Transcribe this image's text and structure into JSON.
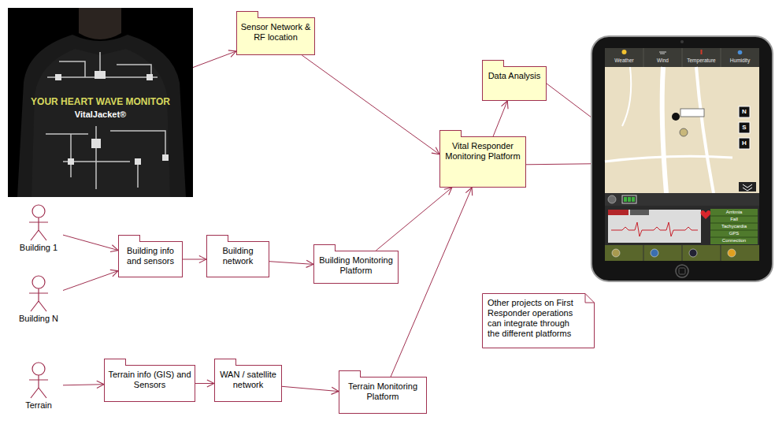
{
  "diagram": {
    "nodes": [
      {
        "text": [
          "YOUR HEART WAVE MONITOR",
          "VitalJacket®"
        ]
      },
      {
        "text": [
          "Sensor Network & RF location"
        ]
      },
      {
        "text": [
          "Data Analysis"
        ]
      },
      {
        "text": [
          "Weather",
          "Wind",
          "Temperature",
          "Humidity",
          "N",
          "S",
          "H",
          "Arritmia",
          "Fall",
          "Tachycardia",
          "GPS",
          "Connection"
        ]
      },
      {
        "text": [
          "Vital Responder Monitoring Platform"
        ]
      },
      {
        "text": [
          "Building 1"
        ]
      },
      {
        "text": [
          "Building info and sensors"
        ]
      },
      {
        "text": [
          "Building network"
        ]
      },
      {
        "text": [
          "Building Monitoring Platform"
        ]
      },
      {
        "text": [
          "Other projects on First Responder operations can integrate through the different platforms"
        ]
      },
      {
        "text": [
          "Building N"
        ]
      },
      {
        "text": [
          "Terrain"
        ]
      },
      {
        "text": [
          "Terrain info (GIS) and Sensors"
        ]
      },
      {
        "text": [
          "WAN / satellite network"
        ]
      },
      {
        "text": [
          "Terrain Monitoring Platform"
        ]
      }
    ],
    "edges": [
      {
        "from": 0,
        "to": 1,
        "arrow": "to"
      },
      {
        "from": 1,
        "to": 4,
        "arrow": "to"
      },
      {
        "from": 4,
        "to": 2,
        "arrow": "to"
      },
      {
        "from": 2,
        "to": 3,
        "arrow": "none"
      },
      {
        "from": 4,
        "to": 3,
        "arrow": "none"
      },
      {
        "from": 5,
        "to": 6,
        "arrow": "to"
      },
      {
        "from": 10,
        "to": 6,
        "arrow": "to"
      },
      {
        "from": 6,
        "to": 7,
        "arrow": "to"
      },
      {
        "from": 7,
        "to": 8,
        "arrow": "to"
      },
      {
        "from": 8,
        "to": 4,
        "arrow": "to"
      },
      {
        "from": 11,
        "to": 12,
        "arrow": "to"
      },
      {
        "from": 12,
        "to": 13,
        "arrow": "to"
      },
      {
        "from": 13,
        "to": 14,
        "arrow": "to"
      },
      {
        "from": 14,
        "to": 4,
        "arrow": "to"
      }
    ]
  }
}
